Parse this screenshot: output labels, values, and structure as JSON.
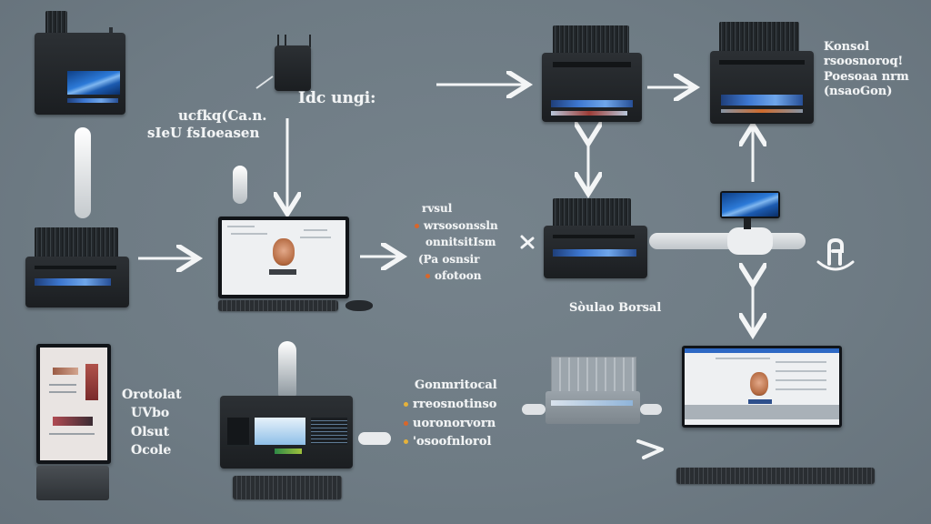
{
  "diagram": {
    "background_color": "#6f7c85",
    "arrow_color": "#f3f5f6",
    "accent_colors": {
      "screen_blue": "#2c7ad8",
      "bullet_orange": "#d9662a",
      "bullet_yellow": "#e6b23a"
    },
    "labels": {
      "top_left": {
        "lines": [
          "ucfkq(Ca.n.",
          "sIeU fsIoeasen"
        ]
      },
      "top_middle": {
        "lines": [
          "Idc ungi:"
        ]
      },
      "top_right": {
        "lines": [
          "Konsol",
          "rsoosnoroq!",
          "Poesoaa nrm",
          "(nsaoGon)"
        ]
      },
      "center": {
        "lines": [
          "rvsul",
          "wrsosonssln",
          "onnitsitIsm",
          "(Pa osnsir",
          "ofotoon"
        ]
      },
      "center_right": {
        "lines": [
          "Sòulao Borsal"
        ]
      },
      "bottom_left": {
        "lines": [
          "Orotolat",
          "UVbo",
          "Olsut",
          "Ocole"
        ]
      },
      "bottom_middle": {
        "lines": [
          "Gonmritocal",
          "rreosnotinso",
          "uoronorvorn",
          "'osoofnlorol"
        ]
      }
    },
    "devices": [
      {
        "id": "router-tower",
        "type": "server-tower",
        "icon": "server-icon"
      },
      {
        "id": "small-router",
        "type": "router",
        "icon": "router-icon"
      },
      {
        "id": "printer-top-center",
        "type": "printer",
        "icon": "printer-icon"
      },
      {
        "id": "printer-top-right",
        "type": "printer",
        "icon": "printer-icon"
      },
      {
        "id": "printer-left",
        "type": "printer",
        "icon": "printer-icon"
      },
      {
        "id": "desktop-center",
        "type": "desktop-monitor",
        "icon": "monitor-icon"
      },
      {
        "id": "printer-center-right",
        "type": "printer",
        "icon": "printer-icon"
      },
      {
        "id": "small-monitor-right",
        "type": "monitor",
        "icon": "monitor-icon"
      },
      {
        "id": "tablet-kiosk",
        "type": "kiosk",
        "icon": "tablet-icon"
      },
      {
        "id": "workstation-bottom",
        "type": "control-console",
        "icon": "console-icon"
      },
      {
        "id": "scanner-bottom",
        "type": "scanner",
        "icon": "scanner-icon"
      },
      {
        "id": "desktop-bottom-right",
        "type": "desktop-monitor",
        "icon": "monitor-icon"
      },
      {
        "id": "logo-right",
        "type": "logo",
        "icon": "logo-icon"
      }
    ]
  }
}
